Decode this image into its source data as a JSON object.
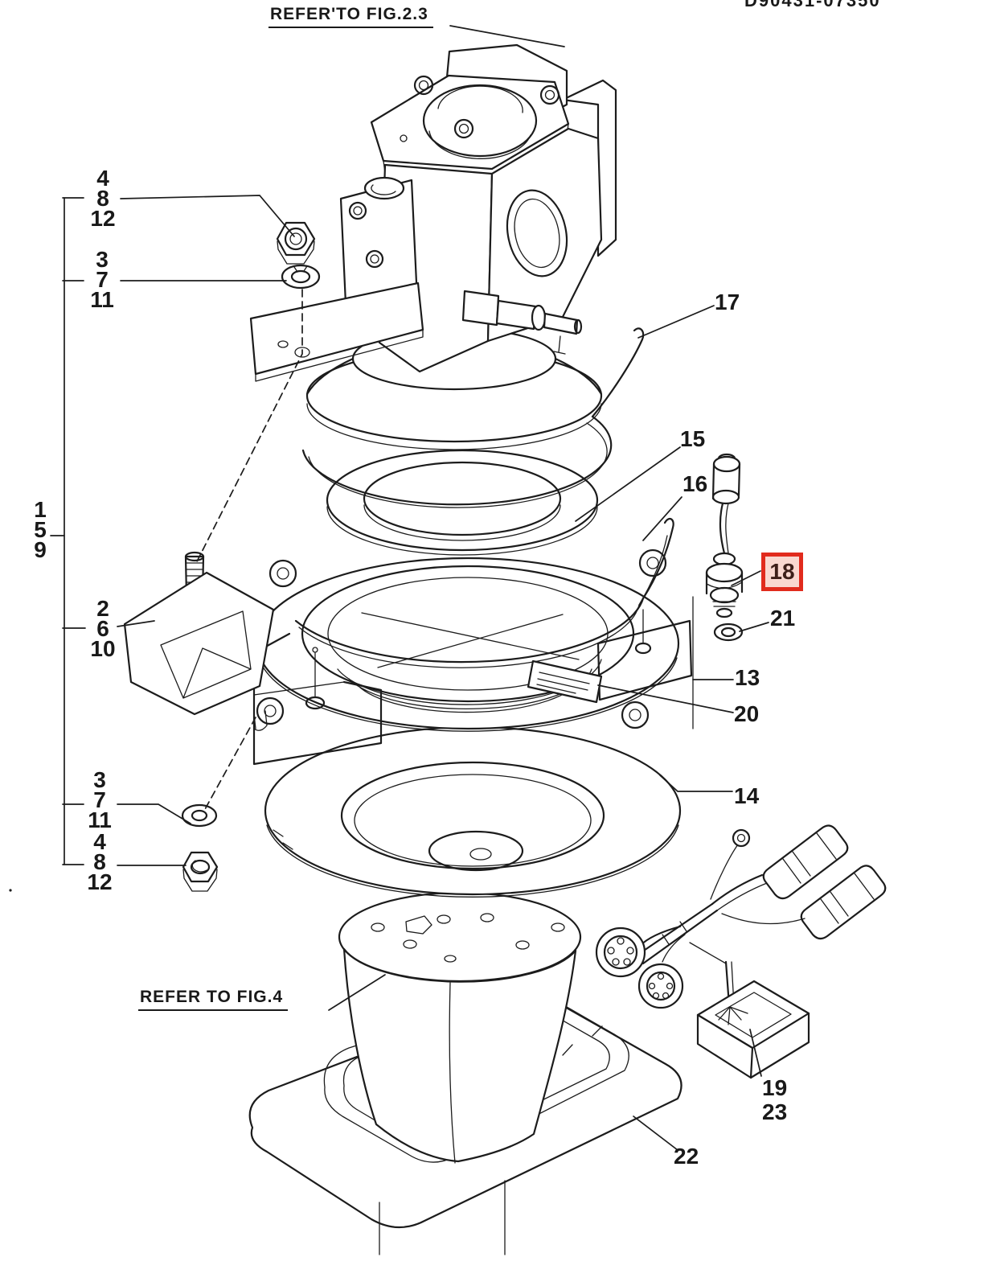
{
  "page": {
    "doc_number": "D90431-07350"
  },
  "references": {
    "top": "REFER'TO FIG.2.3",
    "bottom": "REFER TO FIG.4"
  },
  "callout_groups": {
    "upper_nut": [
      "4",
      "8",
      "12"
    ],
    "upper_washer": [
      "3",
      "7",
      "11"
    ],
    "main_assembly": [
      "1",
      "5",
      "9"
    ],
    "rubber_mount": [
      "2",
      "6",
      "10"
    ],
    "lower_washer": [
      "3",
      "7",
      "11"
    ],
    "lower_nut": [
      "4",
      "8",
      "12"
    ]
  },
  "callouts": {
    "c17": "17",
    "c15": "15",
    "c16": "16",
    "c21": "21",
    "c13": "13",
    "c20": "20",
    "c14": "14",
    "c19": "19",
    "c23": "23",
    "c22": "22"
  },
  "highlight": {
    "selected_part": "18",
    "border_color": "#e12b1d",
    "fill_color": "#f9d8d0",
    "text_color": "#3d1f19"
  },
  "colors": {
    "line": "#1c1c1c",
    "background": "#ffffff"
  }
}
